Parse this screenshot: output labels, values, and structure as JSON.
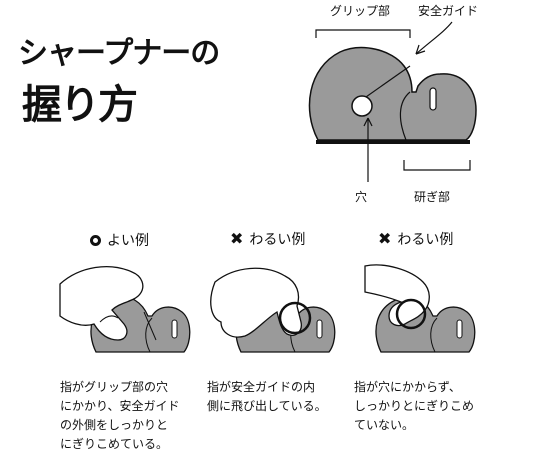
{
  "title": {
    "line1": "シャープナーの",
    "line2": "握り方"
  },
  "diagram_labels": {
    "grip": "グリップ部",
    "guide": "安全ガイド",
    "hole": "穴",
    "sharpener": "研ぎ部"
  },
  "examples": [
    {
      "mark": "circle-icon",
      "heading": "よい例",
      "caption": [
        "指がグリップ部の穴",
        "にかかり、安全ガイド",
        "の外側をしっかりと",
        "にぎりこめている。"
      ]
    },
    {
      "mark": "cross-icon",
      "mark_glyph": "✖",
      "heading": "わるい例",
      "caption": [
        "指が安全ガイドの内",
        "側に飛び出している。"
      ]
    },
    {
      "mark": "cross-icon",
      "mark_glyph": "✖",
      "heading": "わるい例",
      "caption": [
        "指が穴にかからず、",
        "しっかりとにぎりこめ",
        "ていない。"
      ]
    }
  ],
  "colors": {
    "body_gray": "#9a9a9a",
    "ink": "#111111"
  }
}
